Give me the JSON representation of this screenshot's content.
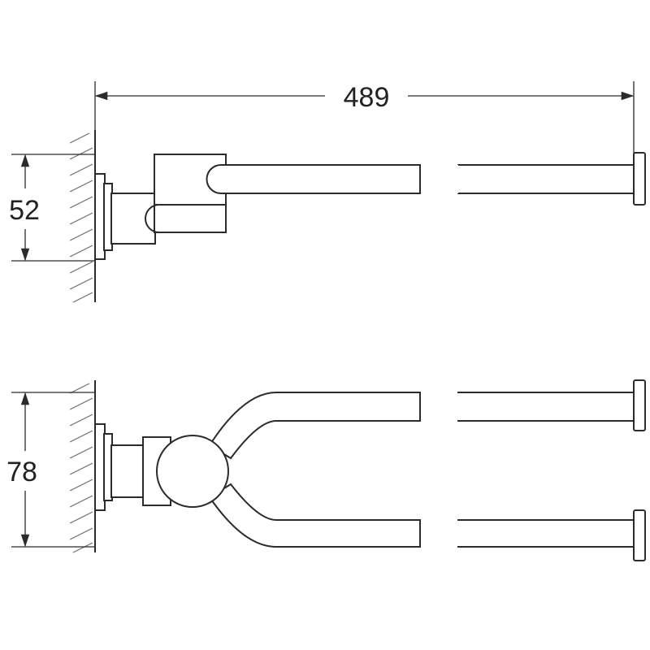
{
  "dimensions": {
    "overall_length": "489",
    "top_view_height": "52",
    "bottom_view_height": "78"
  }
}
